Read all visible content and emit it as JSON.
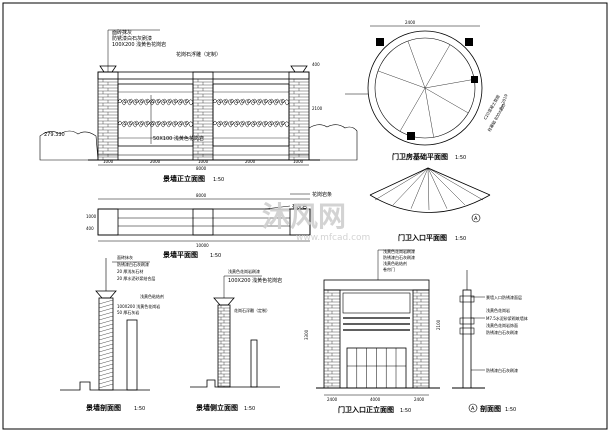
{
  "drawings": {
    "wall_front": {
      "title": "景墙正立面图",
      "scale": "1:50",
      "level": "279.330",
      "labels": [
        "面砖抹灰",
        "防锈漆白石灰刷漆",
        "100X200 浅黄色花岗岩",
        "花岗石浮雕（定制）",
        "50X100 浅黄色花岗岩"
      ],
      "dims": [
        "1000",
        "2000",
        "1000",
        "2000",
        "1000"
      ],
      "total": "8000",
      "heights": [
        "400",
        "2100"
      ]
    },
    "wall_plan": {
      "title": "景墙平面图",
      "scale": "1:50",
      "labels": [
        "花岗岩条",
        "石灰岩"
      ],
      "dims": [
        "8000",
        "10000"
      ],
      "widths": [
        "1000",
        "400"
      ]
    },
    "wall_section": {
      "title": "景墙剖面图",
      "scale": "1:50",
      "labels": [
        "面砖抹灰",
        "防锈漆白石灰刷漆",
        "20 厚浅灰石材",
        "20 厚水泥砂浆结合层",
        "100X200 浅黄色花岗岩",
        "50 厚石灰岩",
        "浅黄色粘结剂"
      ]
    },
    "wall_side": {
      "title": "景墙侧立面图",
      "scale": "1:50",
      "labels": [
        "浅黄色花岗岩刷漆",
        "100X200 浅黄色花岗岩",
        "花岗石浮雕（定制）"
      ]
    },
    "guard_foundation": {
      "title": "门卫房基础平面图",
      "scale": "1:50",
      "labels": [
        "C20混凝土垫层",
        "柱基础 800X800",
        "R=2019",
        "2400"
      ]
    },
    "entrance_plan": {
      "title": "门卫入口平面图",
      "scale": "1:50",
      "marker": "A"
    },
    "entrance_elevation": {
      "title": "门卫入口正立面图",
      "scale": "1:50",
      "labels": [
        "浅黄色花岗岩刷漆",
        "防锈漆白石灰刷漆",
        "浅黄色粘结剂",
        "卷帘门"
      ],
      "dims": [
        "2400",
        "4000",
        "2400"
      ],
      "heights": [
        "3300",
        "2100"
      ]
    },
    "section_a": {
      "title": "剖面图",
      "marker": "A",
      "scale": "1:50",
      "labels": [
        "景墙入口防锈漆面层",
        "浅黄色花岗岩",
        "M7.5水泥砂浆砌筑墙体",
        "浅黄色花岗岩饰面",
        "防锈漆白石灰刷漆",
        "防锈漆白石灰刷漆"
      ]
    }
  },
  "watermark": {
    "text": "沐风网",
    "url": "www.mfcad.com"
  }
}
